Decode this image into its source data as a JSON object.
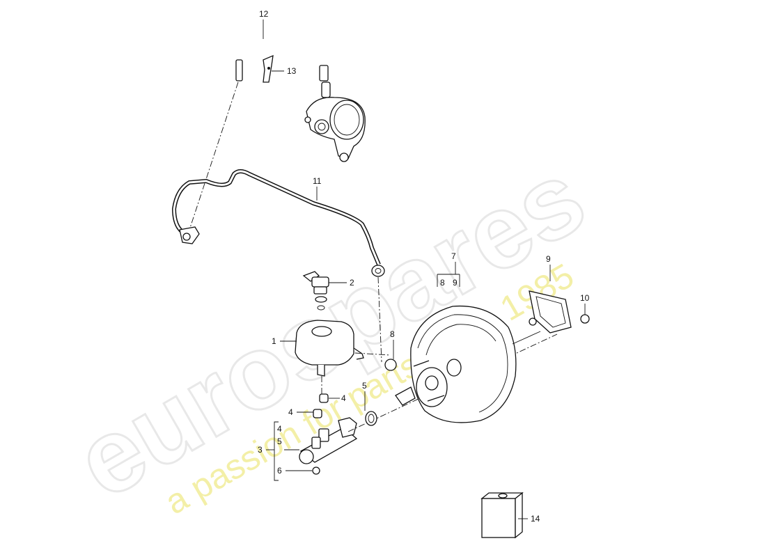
{
  "watermark": {
    "brand": "eurospares",
    "tagline": "a passion for parts since 1985",
    "brand_color": "#e6e6e6",
    "tagline_color": "#f2ee9e"
  },
  "callouts": {
    "c1": "1",
    "c2": "2",
    "c3": "3",
    "c4a": "4",
    "c4b": "4",
    "c4c": "4",
    "c5a": "5",
    "c5b": "5",
    "c6": "6",
    "c7": "7",
    "c8a": "8",
    "c8b": "8",
    "c9a": "9",
    "c9b": "9",
    "c10": "10",
    "c11": "11",
    "c12": "12",
    "c13": "13",
    "c14": "14"
  },
  "icons": [
    "vacuum-pump-icon",
    "brake-booster-icon",
    "master-cylinder-icon",
    "reservoir-icon",
    "fluid-can-icon"
  ]
}
